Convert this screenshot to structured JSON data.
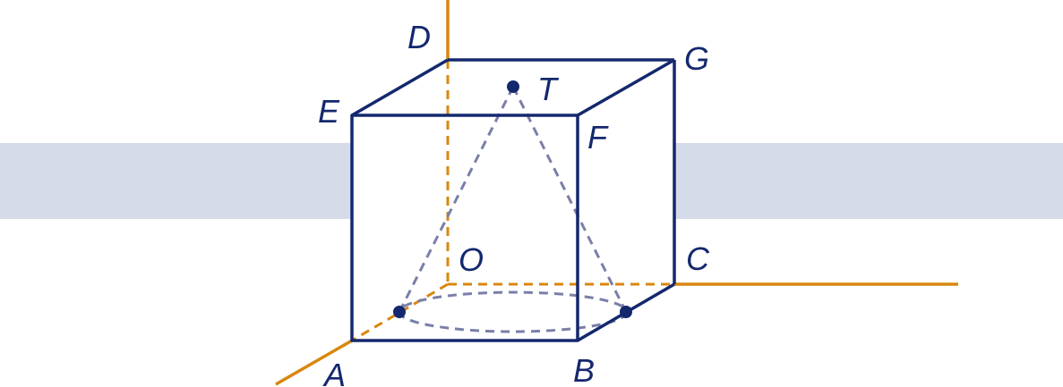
{
  "colors": {
    "cube": "#14286e",
    "axis": "#d9870f",
    "cone": "#7a7fa8",
    "band": "#d6dbea",
    "background": "#ffffff"
  },
  "labels": {
    "A": "A",
    "B": "B",
    "C": "C",
    "D": "D",
    "E": "E",
    "F": "F",
    "G": "G",
    "O": "O",
    "T": "T"
  }
}
